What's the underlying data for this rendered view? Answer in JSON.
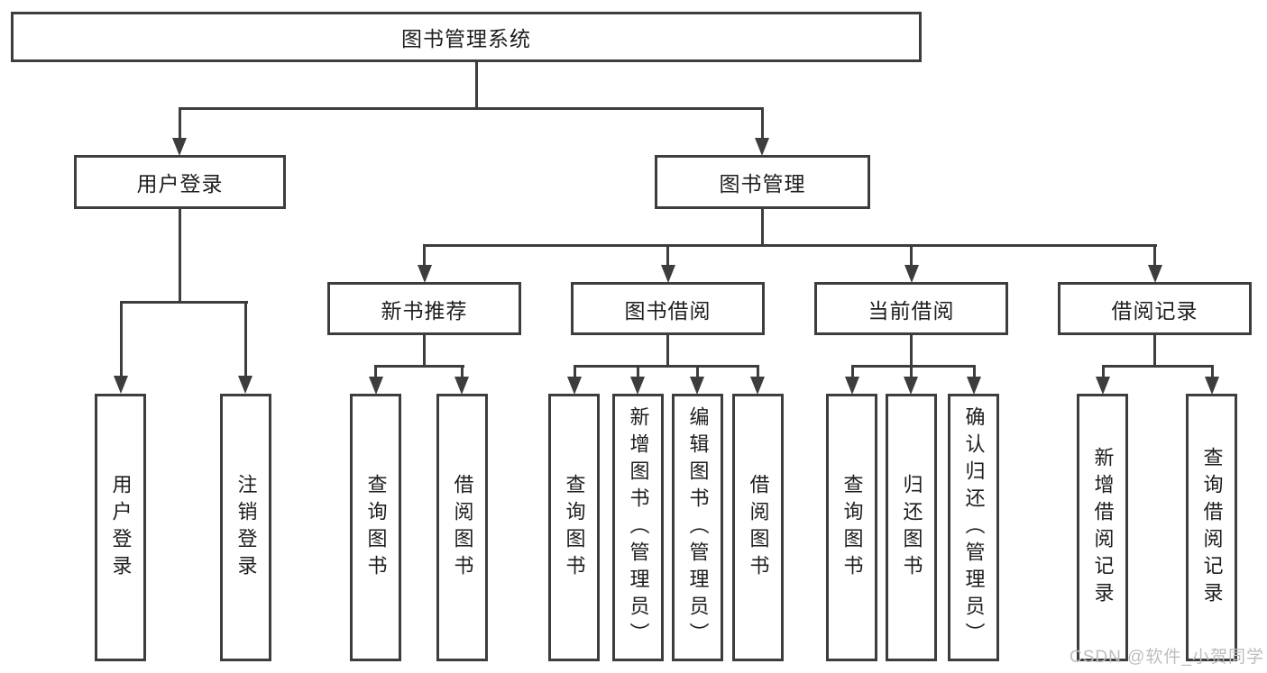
{
  "colors": {
    "line": "#3d3d3d",
    "box_background": "#ffffff",
    "text": "#1e1e1e",
    "watermark_text": "#bdbdbd"
  },
  "root": {
    "label": "图书管理系统"
  },
  "level2": [
    {
      "id": "user-login",
      "label": "用户登录",
      "parent": "图书管理系统"
    },
    {
      "id": "book-management",
      "label": "图书管理",
      "parent": "图书管理系统"
    }
  ],
  "level3": [
    {
      "id": "new-book-recommend",
      "label": "新书推荐",
      "parent": "图书管理"
    },
    {
      "id": "book-borrow",
      "label": "图书借阅",
      "parent": "图书管理"
    },
    {
      "id": "current-borrow",
      "label": "当前借阅",
      "parent": "图书管理"
    },
    {
      "id": "borrow-records",
      "label": "借阅记录",
      "parent": "图书管理"
    }
  ],
  "leaves": [
    {
      "id": "user-login-action",
      "label": "用户登录",
      "parent": "用户登录"
    },
    {
      "id": "logout-action",
      "label": "注销登录",
      "parent": "用户登录"
    },
    {
      "id": "query-books-1",
      "label": "查询图书",
      "parent": "新书推荐"
    },
    {
      "id": "borrow-books-1",
      "label": "借阅图书",
      "parent": "新书推荐"
    },
    {
      "id": "query-books-2",
      "label": "查询图书",
      "parent": "图书借阅"
    },
    {
      "id": "add-books-admin",
      "label": "新增图书（管理员）",
      "parent": "图书借阅"
    },
    {
      "id": "edit-books-admin",
      "label": "编辑图书（管理员）",
      "parent": "图书借阅"
    },
    {
      "id": "borrow-books-2",
      "label": "借阅图书",
      "parent": "图书借阅"
    },
    {
      "id": "query-books-3",
      "label": "查询图书",
      "parent": "当前借阅"
    },
    {
      "id": "return-books",
      "label": "归还图书",
      "parent": "当前借阅"
    },
    {
      "id": "confirm-return-admin",
      "label": "确认归还（管理员）",
      "parent": "当前借阅"
    },
    {
      "id": "add-borrow-record",
      "label": "新增借阅记录",
      "parent": "借阅记录"
    },
    {
      "id": "query-borrow-record",
      "label": "查询借阅记录",
      "parent": "借阅记录"
    }
  ],
  "watermark": "CSDN @软件_小贺同学"
}
